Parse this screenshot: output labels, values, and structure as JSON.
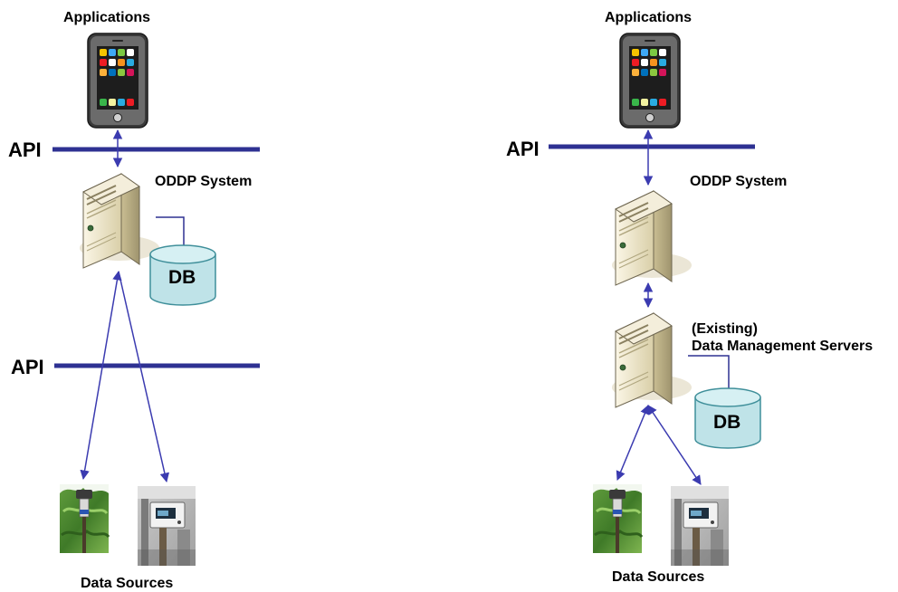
{
  "left_diagram": {
    "applications_label": "Applications",
    "api_top_label": "API",
    "system_label": "ODDP System",
    "db_label": "DB",
    "api_bottom_label": "API",
    "sources_label": "Data Sources"
  },
  "right_diagram": {
    "applications_label": "Applications",
    "api_label": "API",
    "system_label": "ODDP System",
    "existing_label": "(Existing)",
    "servers_label": "Data Management Servers",
    "db_label": "DB",
    "sources_label": "Data Sources"
  },
  "colors": {
    "api_line": "#2e3192",
    "arrow": "#3b3bb0",
    "db_fill": "#bfe3e8",
    "server_body": "#efe6cc"
  }
}
